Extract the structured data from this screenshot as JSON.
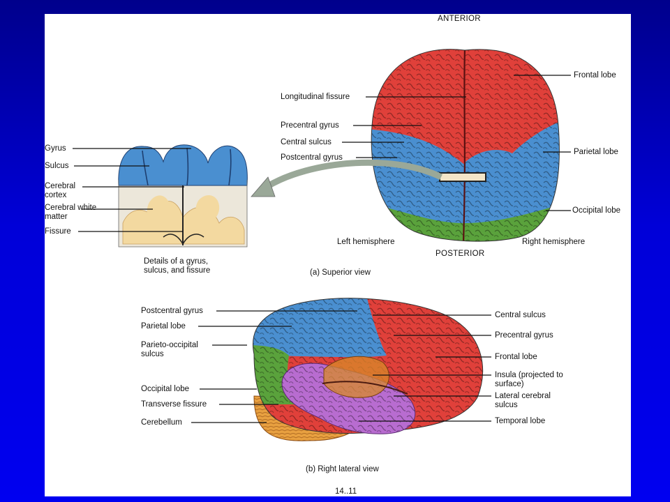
{
  "superior_view": {
    "anterior": "ANTERIOR",
    "posterior": "POSTERIOR",
    "left_hemisphere": "Left hemisphere",
    "right_hemisphere": "Right hemisphere",
    "caption": "(a) Superior view",
    "labels": {
      "frontal_lobe": "Frontal lobe",
      "parietal_lobe": "Parietal lobe",
      "occipital_lobe": "Occipital lobe",
      "longitudinal_fissure": "Longitudinal fissure",
      "precentral_gyrus": "Precentral gyrus",
      "central_sulcus": "Central sulcus",
      "postcentral_gyrus": "Postcentral gyrus"
    }
  },
  "detail_view": {
    "caption": "Details of a gyrus, sulcus, and fissure",
    "labels": {
      "gyrus": "Gyrus",
      "sulcus": "Sulcus",
      "cerebral_cortex": "Cerebral cortex",
      "cerebral_white_matter": "Cerebral white matter",
      "fissure": "Fissure"
    }
  },
  "lateral_view": {
    "caption": "(b) Right lateral view",
    "labels": {
      "postcentral_gyrus": "Postcentral gyrus",
      "parietal_lobe": "Parietal lobe",
      "parieto_occipital_sulcus": "Parieto-occipital sulcus",
      "occipital_lobe": "Occipital lobe",
      "transverse_fissure": "Transverse fissure",
      "cerebellum": "Cerebellum",
      "central_sulcus": "Central sulcus",
      "precentral_gyrus": "Precentral gyrus",
      "frontal_lobe": "Frontal lobe",
      "insula": "Insula (projected to surface)",
      "lateral_cerebral_sulcus": "Lateral cerebral sulcus",
      "temporal_lobe": "Temporal lobe"
    }
  },
  "figure_number": "14..11",
  "colors": {
    "frontal": "#e0403a",
    "parietal": "#4a8fd0",
    "occipital": "#5aa23c",
    "temporal": "#b86cd0",
    "cerebellum": "#e8a040",
    "insula": "#d88a2a",
    "white_matter": "#f3d9a0",
    "background": "#0000d0"
  }
}
